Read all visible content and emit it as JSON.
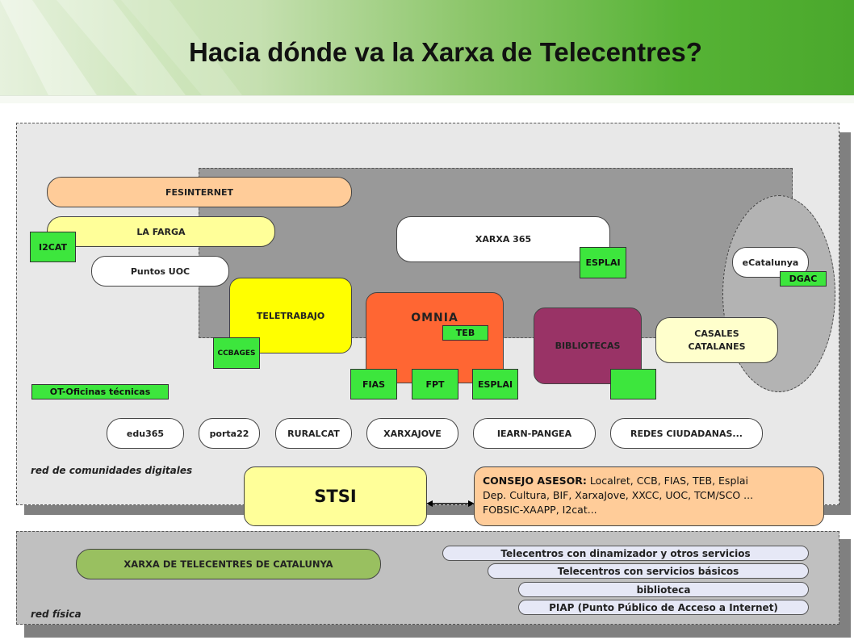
{
  "title": "Hacia dónde va la Xarxa de Telecentres?",
  "colors": {
    "header_green": "#4aa82c",
    "panel_bg": "#e8e8e8",
    "inner_gray": "#999999",
    "green_tag": "#3de63d",
    "omnia": "#ff6633",
    "bibliotecas": "#993366",
    "teletrabajo": "#ffff00",
    "fesinternet": "#ffcc99",
    "la_farga": "#ffff99",
    "stsi": "#ffff99",
    "consejo": "#ffcc99",
    "xarxa_telecentres": "#99c060",
    "network_levels": "#e6e8f6"
  },
  "digital": {
    "fesinternet": "FESINTERNET",
    "la_farga": "LA FARGA",
    "i2cat": "I2CAT",
    "puntos_uoc": "Puntos UOC",
    "teletrabajo": "TELETRABAJO",
    "ccbages": "CCBAGES",
    "omnia": "OMNIA",
    "teb": "TEB",
    "fias": "FIAS",
    "fpt": "FPT",
    "esplai_omnia": "ESPLAI",
    "xarxa365": "XARXA 365",
    "esplai_xarxa365": "ESPLAI",
    "bibliotecas": "BIBLIOTECAS",
    "ecatalunya": "eCatalunya",
    "dgac": "DGAC",
    "casales": "CASALES CATALANES",
    "ot": "OT-Oficinas técnicas",
    "communities": [
      "edu365",
      "porta22",
      "RURALCAT",
      "XARXAJOVE",
      "IEARN-PANGEA",
      "REDES CIUDADANAS..."
    ],
    "red_label": "red de comunidades digitales"
  },
  "stsi": "STSI",
  "consejo": {
    "label": "CONSEJO ASESOR:",
    "line1": "Localret, CCB, FIAS, TEB, Esplai",
    "line2": "Dep. Cultura, BIF, XarxaJove, XXCC, UOC, TCM/SCO ...",
    "line3": "FOBSIC-XAAPP, I2cat..."
  },
  "fisica": {
    "xarxa": "XARXA DE TELECENTRES DE CATALUNYA",
    "levels": [
      "Telecentros con dinamizador y otros servicios",
      "Telecentros con servicios básicos",
      "biblioteca",
      "PIAP (Punto Público de Acceso a Internet)"
    ],
    "red_label": "red física"
  }
}
